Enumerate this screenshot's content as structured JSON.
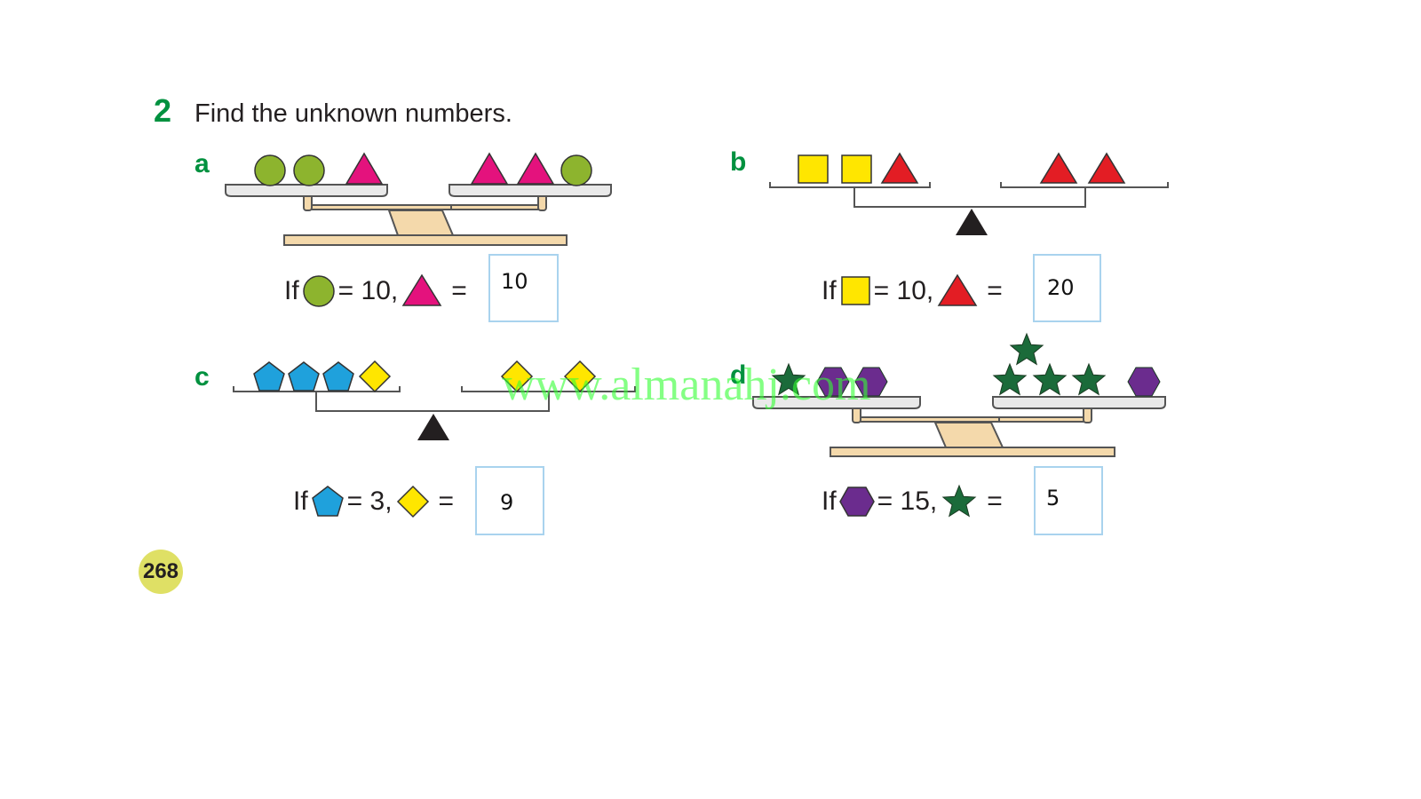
{
  "question": {
    "number": "2",
    "instruction": "Find the unknown numbers."
  },
  "parts": [
    {
      "label": "a",
      "if_word": "If",
      "given": "= 10,",
      "equals": "=",
      "answer": "10",
      "known_shape": "green-circle",
      "unknown_shape": "pink-triangle"
    },
    {
      "label": "b",
      "if_word": "If",
      "given": "= 10,",
      "equals": "=",
      "answer": "20",
      "known_shape": "yellow-square",
      "unknown_shape": "red-triangle"
    },
    {
      "label": "c",
      "if_word": "If",
      "given": "= 3,",
      "equals": "=",
      "answer": "9",
      "known_shape": "blue-pentagon",
      "unknown_shape": "yellow-diamond"
    },
    {
      "label": "d",
      "if_word": "If",
      "given": "= 15,",
      "equals": "=",
      "answer": "5",
      "known_shape": "purple-hexagon",
      "unknown_shape": "green-star"
    }
  ],
  "page_number": "268",
  "watermark": "www.almanahj.com",
  "colors": {
    "heading_green": "#00913f",
    "circle_green": "#8db42e",
    "triangle_pink": "#e4127d",
    "square_yellow": "#ffe600",
    "triangle_red": "#e31d24",
    "pentagon_blue": "#1fa1dc",
    "hexagon_purple": "#6b2c8e",
    "star_green": "#1b6b3a",
    "answer_border": "#a9d3ee",
    "page_badge": "#dfe065",
    "watermark_green": "#33ff33"
  }
}
